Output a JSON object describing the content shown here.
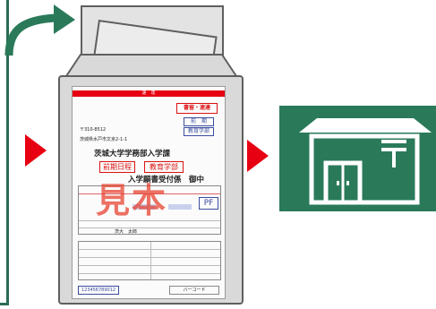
{
  "form": {
    "header_bar": "速　達",
    "stamp": "書留・速達",
    "side_box": [
      "前　期",
      "教育学部"
    ],
    "postal_code": "〒310-8512",
    "address": "茨城県水戸市文京2-1-1",
    "recipient": "茨城大学学務部入学課",
    "exam_schedule": "前期日程",
    "faculty": "教育学部",
    "desk": "入学願書受付係　御中",
    "pf_mark": "PF",
    "sample_watermark": "見本",
    "name_sample": "茨大　太郎",
    "tracking_number": "123456789012",
    "barcode_label": "バーコード"
  },
  "colors": {
    "green": "#2a7a5a",
    "red": "#e60012",
    "envelope_gray": "#d9d9d9"
  },
  "icons": [
    "curved-arrow-icon",
    "red-arrow-icon",
    "envelope-icon",
    "post-office-icon",
    "postal-mark-icon"
  ]
}
